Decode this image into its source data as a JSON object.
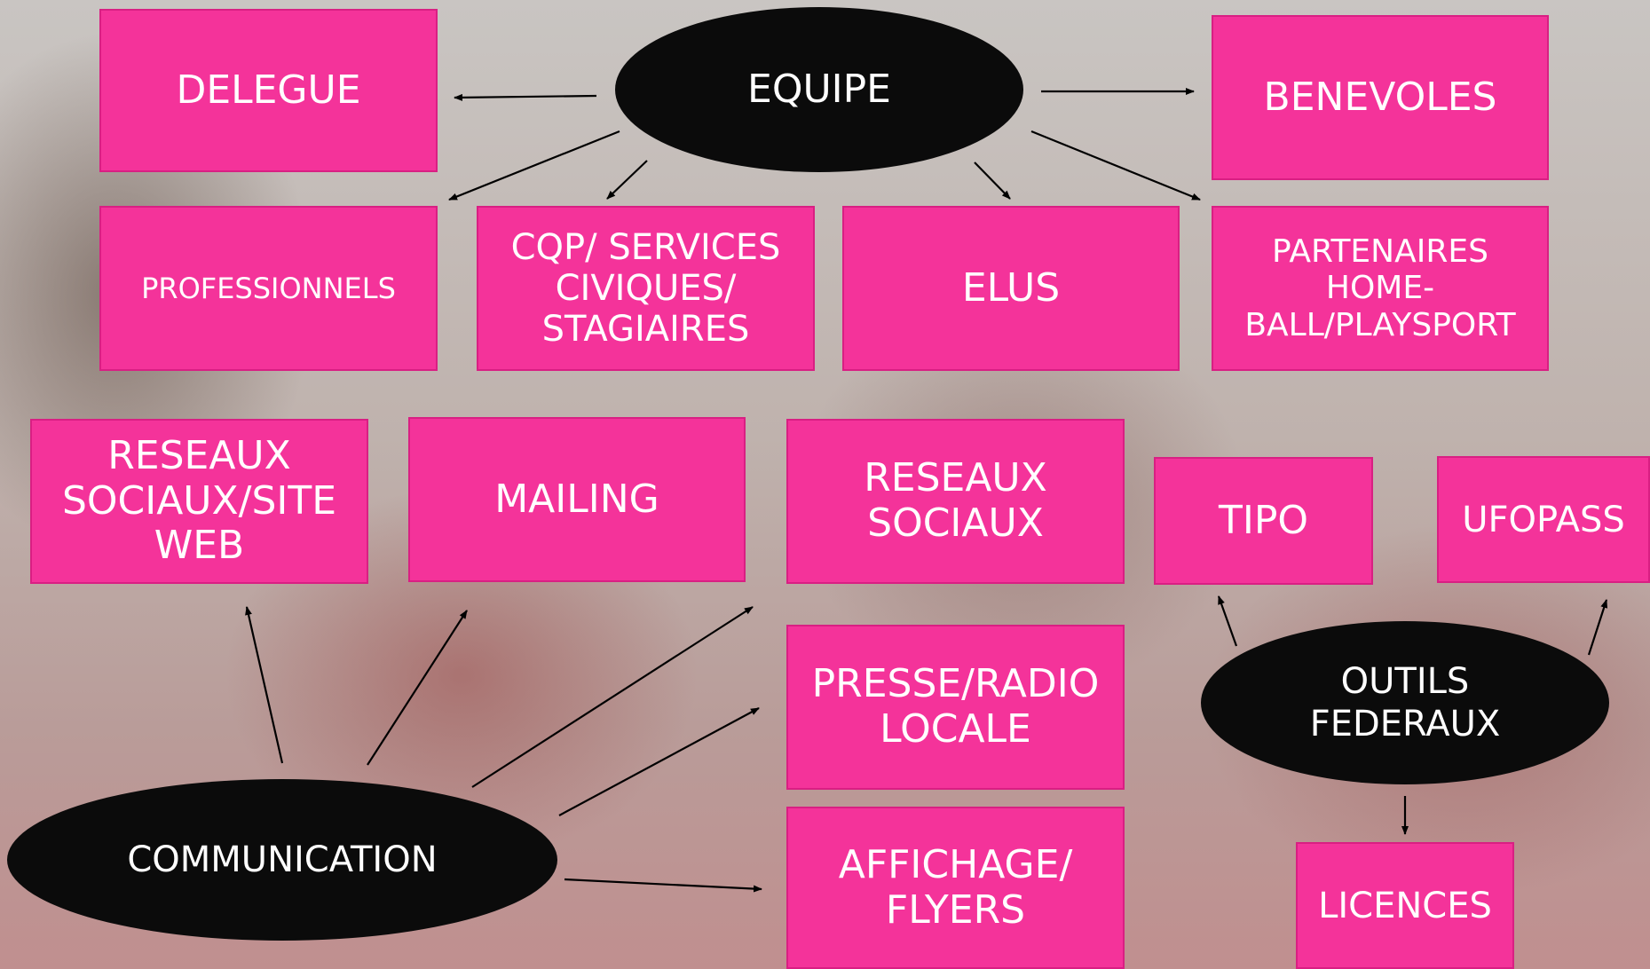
{
  "nodes": {
    "equipe": "EQUIPE",
    "delegue": "DELEGUE",
    "benevoles": "BENEVOLES",
    "professionnels": "PROFESSIONNELS",
    "cqp": "CQP/ SERVICES CIVIQUES/ STAGIAIRES",
    "elus": "ELUS",
    "partenaires": "PARTENAIRES HOME-BALL/PLAYSPORT",
    "reseaux_site": "RESEAUX SOCIAUX/SITE WEB",
    "mailing": "MAILING",
    "reseaux": "RESEAUX SOCIAUX",
    "presse": "PRESSE/RADIO LOCALE",
    "affichage": "AFFICHAGE/ FLYERS",
    "tipo": "TIPO",
    "ufopass": "UFOPASS",
    "outils": "OUTILS FEDERAUX",
    "licences": "LICENCES",
    "communication": "COMMUNICATION"
  },
  "colors": {
    "box_fill": "#f4339a",
    "oval_fill": "#0b0b0b",
    "text": "#ffffff",
    "arrow": "#000000"
  }
}
